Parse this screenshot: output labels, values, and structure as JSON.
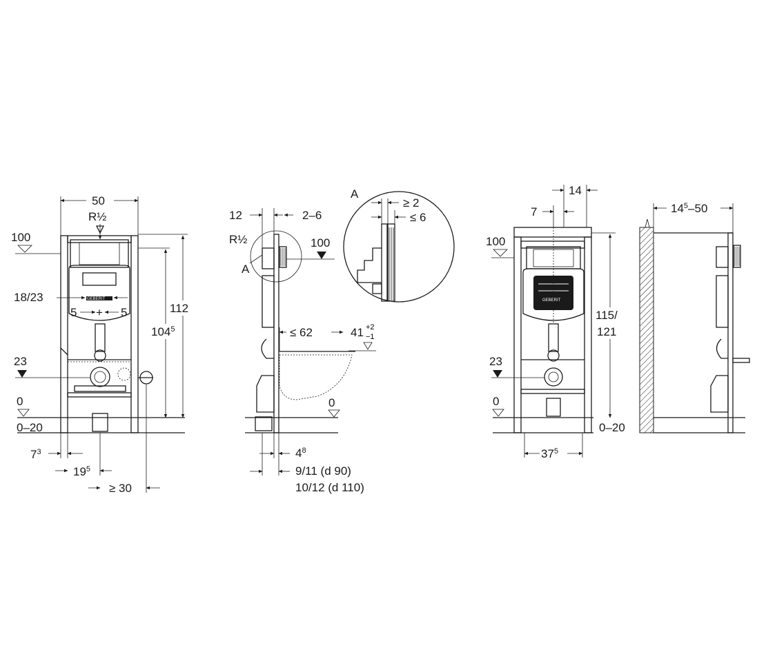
{
  "front_view": {
    "width": "50",
    "connection": "R½",
    "level_top": "100",
    "flush_plate": "18/23",
    "button_left": "5",
    "button_right": "5",
    "height_total": "112",
    "height_frame_base": "104",
    "height_frame_sup": "5",
    "level_drain": "23",
    "level_floor": "0",
    "floor_range": "0–20",
    "leg_offset_base": "7",
    "leg_offset_sup": "3",
    "drain_offset_base": "19",
    "drain_offset_sup": "5",
    "min_spacing": "≥ 30",
    "brand_mark": "GEBERIT"
  },
  "side_view": {
    "depth_top": "12",
    "depth_range": "2–6",
    "connection": "R½",
    "detail_label": "A",
    "level_top": "100",
    "bowl_projection": "≤ 62",
    "seat_height_base": "41",
    "seat_tol_plus": "+2",
    "seat_tol_minus": "−1",
    "level_floor": "0",
    "wall_offset_base": "4",
    "wall_offset_sup": "8",
    "pipe_d90": "9/11 (d 90)",
    "pipe_d110": "10/12 (d 110)"
  },
  "detail_a": {
    "label": "A",
    "gap_min": "≥ 2",
    "gap_max": "≤ 6"
  },
  "front_view_alt": {
    "top_offset": "14",
    "side_offset": "7",
    "level_top": "100",
    "height_range_a": "115/",
    "height_range_b": "121",
    "level_drain": "23",
    "level_floor": "0",
    "floor_range": "0–20",
    "width_base": "37",
    "width_sup": "5",
    "brand_mark": "GEBERIT"
  },
  "wall_view": {
    "distance_base": "14",
    "distance_sup": "5",
    "distance_rest": "–50"
  }
}
